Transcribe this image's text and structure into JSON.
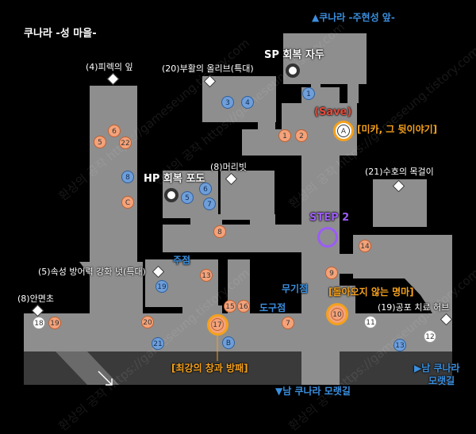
{
  "title": "쿠나라 -성 마을-",
  "exits": {
    "north": "▲쿠나라 -주현성 앞-",
    "south": "▼남 쿠나라 모랫길",
    "east_line1": "▶남 쿠나라",
    "east_line2": "모랫길"
  },
  "points": {
    "sp_recovery": "SP 회복 자두",
    "hp_recovery": "HP 회복 포도",
    "save": "(Save)",
    "step2": "STEP 2",
    "shop_weapon": "무기점",
    "shop_inn": "주점",
    "shop_tool": "도구점"
  },
  "items": {
    "i4": "(4)피렉의 잎",
    "i20": "(20)부활의 올리브(특대)",
    "i8": "(8)머리빗",
    "i21": "(21)수호의 목걸이",
    "i5": "(5)속성 방어력 강화 넛(특대)",
    "i8b": "(8)안면초",
    "i19": "(19)공포 치료 허브"
  },
  "events": {
    "a": "[미카, 그 뒷이야기]",
    "b": "[돌아오지 않는 명마]",
    "c": "[최강의 창과 방패]"
  },
  "markers": {
    "m1": "1",
    "m2": "2",
    "m3": "3",
    "m4": "4",
    "m5": "5",
    "m6": "6",
    "m7": "7",
    "m8": "8",
    "m9": "9",
    "m10": "10",
    "m11": "11",
    "m12": "12",
    "m13": "13",
    "m14": "14",
    "m15": "15",
    "m16": "16",
    "m17": "17",
    "m18": "18",
    "m19": "19",
    "m20": "20",
    "m21": "21",
    "m22": "22",
    "ma": "A",
    "mb": "B",
    "mc": "C"
  },
  "watermark": "환상의 공작 https://gameseung.tistory.com"
}
